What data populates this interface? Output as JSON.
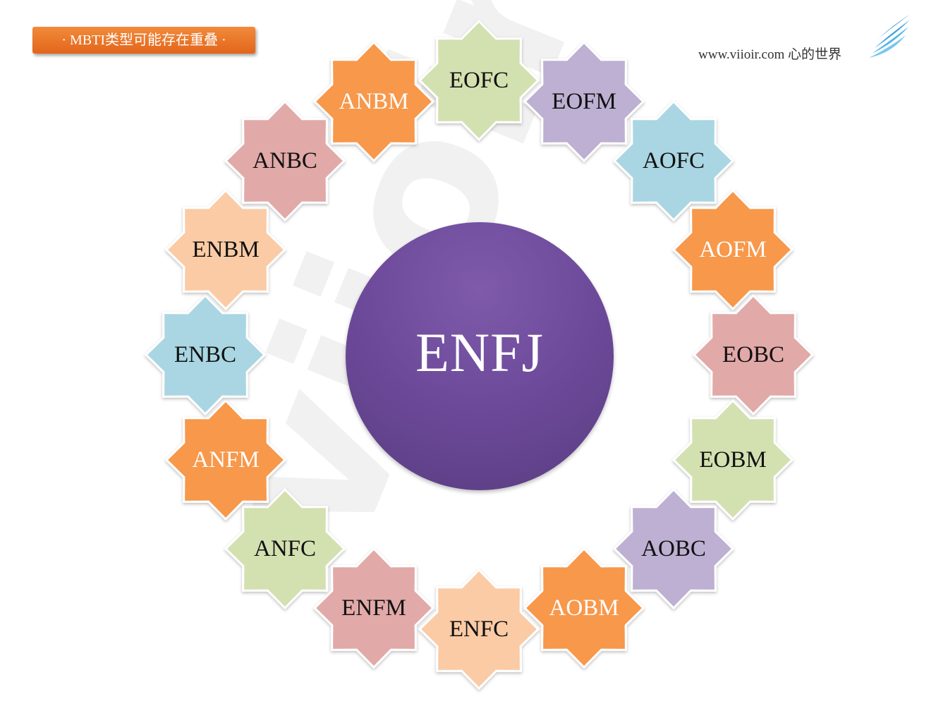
{
  "title": "· MBTI类型可能存在重叠 ·",
  "brand": {
    "text": "www.viioir.com 心的世界",
    "logo": "wing-logo-icon"
  },
  "watermark": "viioir",
  "center": {
    "label": "ENFJ",
    "color": "#6b4897"
  },
  "colors": {
    "orange": "#f7984b",
    "green": "#d3e0b0",
    "purple": "#bdb0d2",
    "blue": "#a9d6e2",
    "pink": "#e1a9a8",
    "peach": "#fbcba5"
  },
  "stars": [
    {
      "label": "EOFC",
      "color": "green"
    },
    {
      "label": "EOFM",
      "color": "purple"
    },
    {
      "label": "AOFC",
      "color": "blue"
    },
    {
      "label": "AOFM",
      "color": "orange"
    },
    {
      "label": "EOBC",
      "color": "pink"
    },
    {
      "label": "EOBM",
      "color": "green"
    },
    {
      "label": "AOBC",
      "color": "purple"
    },
    {
      "label": "AOBM",
      "color": "orange"
    },
    {
      "label": "ENFC",
      "color": "peach"
    },
    {
      "label": "ENFM",
      "color": "pink"
    },
    {
      "label": "ANFC",
      "color": "green"
    },
    {
      "label": "ANFM",
      "color": "orange"
    },
    {
      "label": "ENBC",
      "color": "blue"
    },
    {
      "label": "ENBM",
      "color": "peach"
    },
    {
      "label": "ANBC",
      "color": "pink"
    },
    {
      "label": "ANBM",
      "color": "orange"
    }
  ]
}
